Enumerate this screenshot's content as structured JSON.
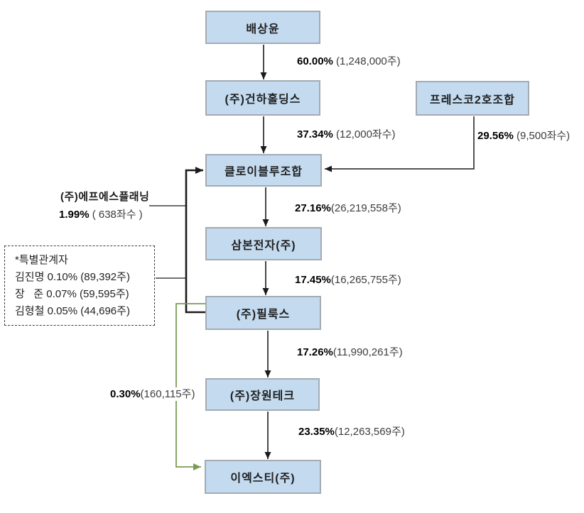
{
  "nodes": {
    "person_top": "배상윤",
    "geonha": "(주)건하홀딩스",
    "fresco": "프레스코2호조합",
    "chloe": "클로이블루조합",
    "sambon": "삼본전자(주)",
    "philux": "(주)필룩스",
    "jangwon": "(주)장원테크",
    "exti": "이엑스티(주)"
  },
  "edges": {
    "bae_geonha": {
      "pct": "60.00%",
      "detail": " (1,248,000주)"
    },
    "geonha_chloe": {
      "pct": "37.34%",
      "detail": " (12,000좌수)"
    },
    "fresco_chloe": {
      "pct": "29.56%",
      "detail": " (9,500좌수)"
    },
    "chloe_sambon": {
      "pct": "27.16%",
      "detail": "(26,219,558주)"
    },
    "sambon_philux": {
      "pct": "17.45%",
      "detail": "(16,265,755주)"
    },
    "philux_jangwon": {
      "pct": "17.26%",
      "detail": "(11,990,261주)"
    },
    "jangwon_exti": {
      "pct": "23.35%",
      "detail": "(12,263,569주)"
    },
    "philux_exti": {
      "pct": "0.30%",
      "detail": "(160,115주)"
    },
    "fs_planning": {
      "name": "(주)에프에스플래닝",
      "pct": "1.99%",
      "detail": " ( 638좌수 )"
    }
  },
  "special_related": {
    "title": "*특별관계자",
    "rows": [
      "김진명 0.10% (89,392주)",
      "장   준 0.07% (59,595주)",
      "김형철 0.05% (44,696주)"
    ]
  },
  "colors": {
    "node_fill": "#c3daef",
    "node_border": "#a3abb3",
    "line": "#1a1a1a",
    "green_line": "#7b9b55"
  }
}
